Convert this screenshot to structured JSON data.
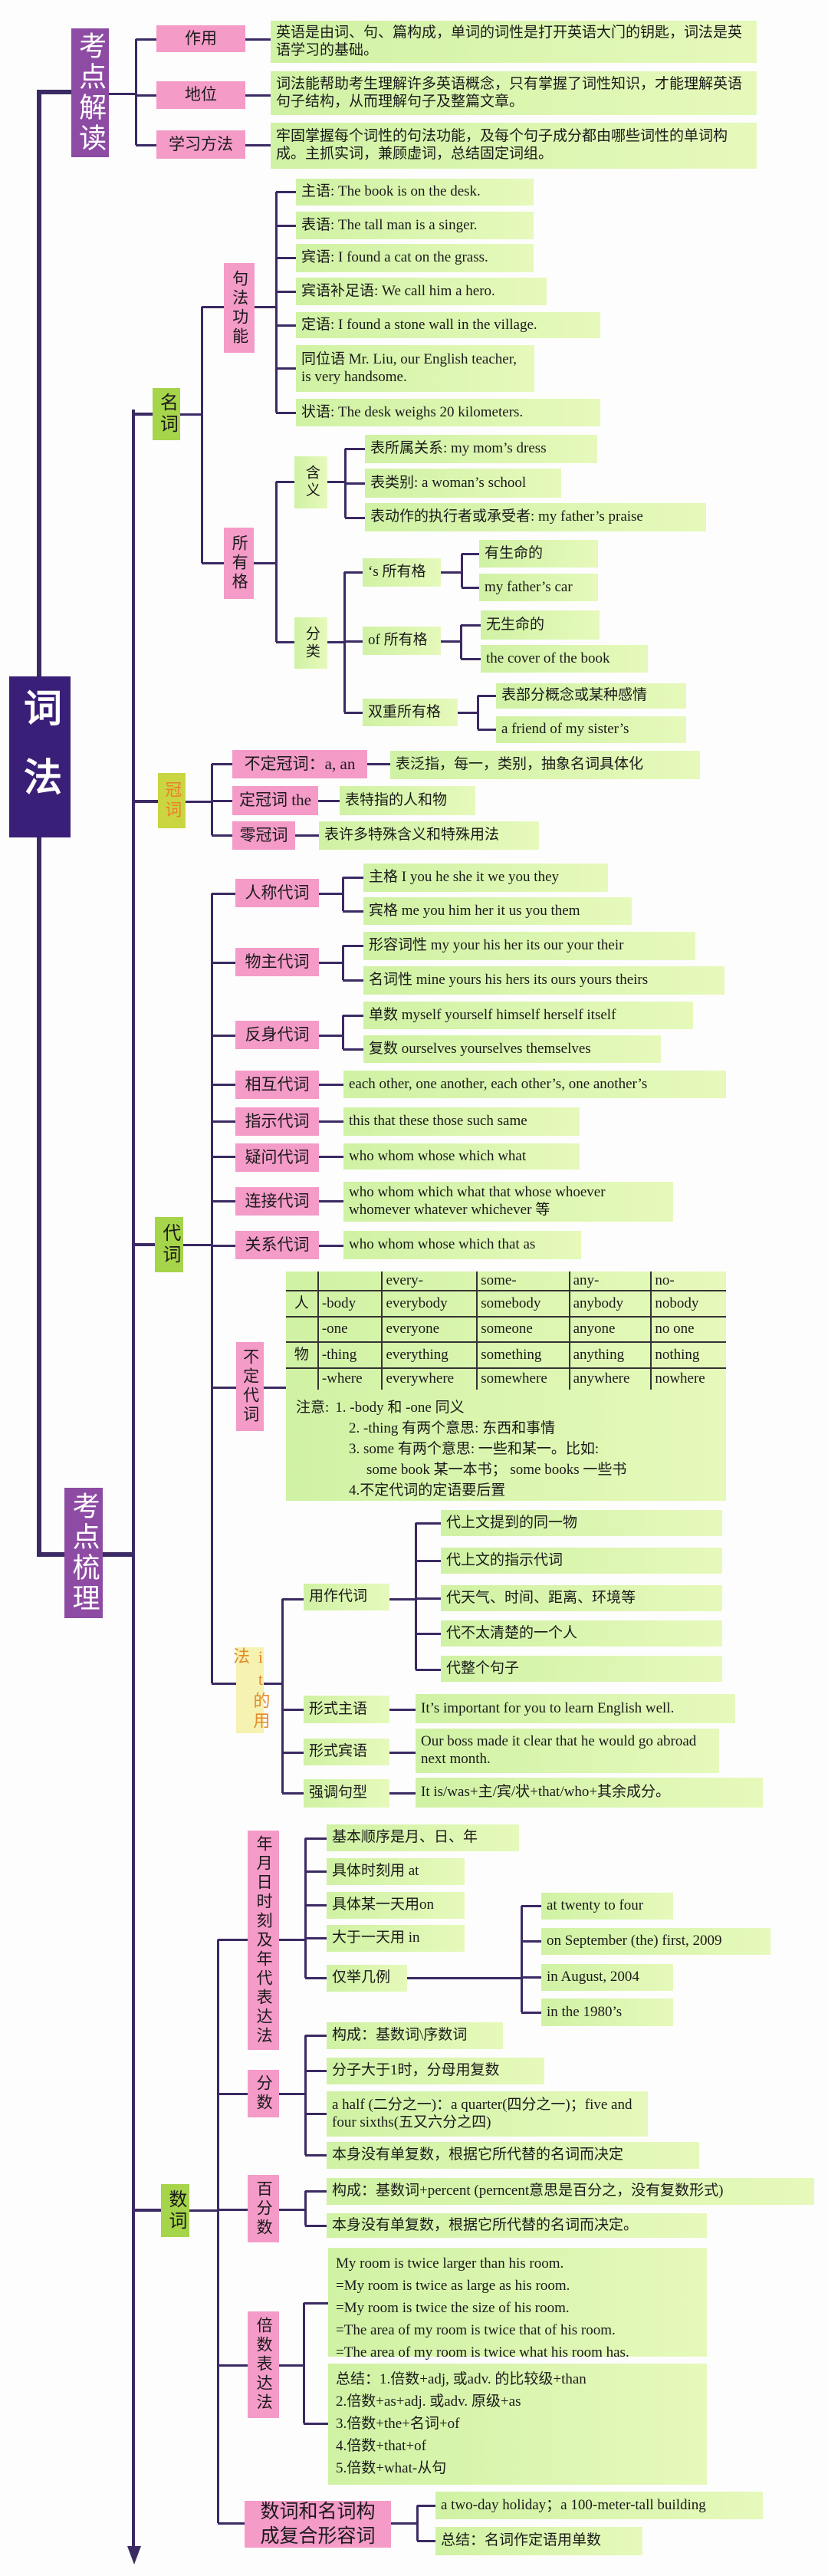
{
  "root": {
    "title": "词法",
    "section_interpretation": "考点解读",
    "section_review": "考点梳理"
  },
  "colors": {
    "root": "#3a1f78",
    "section": "#8d4ba3",
    "label_pink": "#f49bc8",
    "content_green": "#d6f5a8",
    "category_green": "#a6d44a",
    "line": "#3b2a63"
  },
  "interpretation": [
    {
      "label": "作用",
      "text": "英语是由词、句、篇构成，单词的词性是打开英语大门的钥匙，词法是英语学习的基础。"
    },
    {
      "label": "地位",
      "text": "词法能帮助考生理解许多英语概念，只有掌握了词性知识，才能理解英语句子结构，从而理解句子及整篇文章。"
    },
    {
      "label": "学习方法",
      "text": "牢固掌握每个词性的句法功能，及每个句子成分都由哪些词性的单词构成。主抓实词，兼顾虚词，总结固定词组。"
    }
  ],
  "noun": {
    "label": "名词",
    "syntax": {
      "label": "句法功能",
      "items": [
        "主语: The book is on the desk.",
        "表语: The tall man is a singer.",
        "宾语: I found a cat on the grass.",
        "宾语补足语: We call him a hero.",
        "定语: I found a stone wall in the village.",
        "同位语 Mr. Liu, our English teacher, is very handsome.",
        "状语: The desk weighs 20 kilometers."
      ]
    },
    "possessive": {
      "label": "所有格",
      "meaning": {
        "label": "含义",
        "items": [
          "表所属关系: my mom’s dress",
          "表类别: a woman’s school",
          "表动作的执行者或承受者: my father’s praise"
        ]
      },
      "types": {
        "label": "分类",
        "items": [
          {
            "label": "‘s 所有格",
            "items": [
              "有生命的",
              "my father’s car"
            ]
          },
          {
            "label": "of 所有格",
            "items": [
              "无生命的",
              "the cover of the book"
            ]
          },
          {
            "label": "双重所有格",
            "items": [
              "表部分概念或某种感情",
              "a friend of my sister’s"
            ]
          }
        ]
      }
    }
  },
  "article": {
    "label": "冠词",
    "items": [
      {
        "label": "不定冠词：a, an",
        "text": "表泛指，每一，类别，抽象名词具体化"
      },
      {
        "label": "定冠词 the",
        "text": "表特指的人和物"
      },
      {
        "label": "零冠词",
        "text": "表许多特殊含义和特殊用法"
      }
    ]
  },
  "pronoun": {
    "label": "代词",
    "items": [
      {
        "label": "人称代词",
        "items": [
          "主格 I you he she it we you they",
          "宾格 me you him her it us you them"
        ]
      },
      {
        "label": "物主代词",
        "items": [
          "形容词性 my your his her its our your their",
          "名词性 mine yours his hers its ours yours theirs"
        ]
      },
      {
        "label": "反身代词",
        "items": [
          "单数 myself  yourself  himself herself  itself",
          "复数 ourselves yourselves themselves"
        ]
      },
      {
        "label": "相互代词",
        "text": "each other, one another,  each other’s,  one another’s"
      },
      {
        "label": "指示代词",
        "text": "this that these those such same"
      },
      {
        "label": "疑问代词",
        "text": "who whom whose which what"
      },
      {
        "label": "连接代词",
        "text": "who whom which what that whose whoever whomever whatever whichever 等"
      },
      {
        "label": "关系代词",
        "text": "who whom whose which that as"
      }
    ],
    "indefinite": {
      "label": "不定代词",
      "table": {
        "header": [
          "",
          "",
          "every-",
          "some-",
          "any-",
          "no-"
        ],
        "rows": [
          [
            "人",
            "-body",
            "everybody",
            "somebody",
            "anybody",
            "nobody"
          ],
          [
            "",
            "-one",
            "everyone",
            "someone",
            "anyone",
            "no one"
          ],
          [
            "物",
            "-thing",
            "everything",
            "something",
            "anything",
            "nothing"
          ],
          [
            "",
            "-where",
            "everywhere",
            "somewhere",
            "anywhere",
            "nowhere"
          ]
        ]
      },
      "note_label": "注意:",
      "notes": [
        "1. -body 和 -one 同义",
        "2. -thing 有两个意思: 东西和事情",
        "3. some 有两个意思: 一些和某一。比如:",
        "some book 某一本书；  some books 一些书",
        "4.不定代词的定语要后置"
      ]
    },
    "it_usage": {
      "label": "it的用法",
      "as_pronoun": {
        "label": "用作代词",
        "items": [
          "代上文提到的同一物",
          "代上文的指示代词",
          "代天气、时间、距离、环境等",
          "代不太清楚的一个人",
          "代整个句子"
        ]
      },
      "items": [
        {
          "label": "形式主语",
          "text": "It’s important for you to learn English well."
        },
        {
          "label": "形式宾语",
          "text": "Our boss made it clear that he would go abroad next month."
        },
        {
          "label": "强调句型",
          "text": "It is/was+主/宾/状+that/who+其余成分。"
        }
      ]
    }
  },
  "numeral": {
    "label": "数词",
    "dates": {
      "label": "年月日时刻及年代表达法",
      "items": [
        "基本顺序是月、日、年",
        "具体时刻用 at",
        "具体某一天用on",
        "大于一天用 in",
        "仅举几例"
      ],
      "examples": [
        "at twenty to four",
        "on September (the) first, 2009",
        "in August, 2004",
        "in the 1980’s"
      ]
    },
    "fractions": {
      "label": "分数",
      "items": [
        "构成：基数词\\序数词",
        "分子大于1时，分母用复数",
        "a half (二分之一)：a quarter(四分之一)；five and four sixths(五又六分之四)",
        "本身没有单复数，根据它所代替的名词而决定"
      ]
    },
    "percent": {
      "label": "百分数",
      "items": [
        "构成：基数词+percent (perncent意思是百分之，没有复数形式)",
        "本身没有单复数，根据它所代替的名词而决定。"
      ]
    },
    "multiples": {
      "label": "倍数表达法",
      "examples": [
        "My room is twice larger than his room.",
        "=My room is twice as large as his room.",
        "=My room is twice the size of his room.",
        "=The area of my room is twice that of his room.",
        "=The area of my room is twice what his room has."
      ],
      "summary": [
        "总结：1.倍数+adj, 或adv. 的比较级+than",
        "2.倍数+as+adj. 或adv. 原级+as",
        "3.倍数+the+名词+of",
        "4.倍数+that+of",
        "5.倍数+what-从句"
      ]
    },
    "compound": {
      "label": "数词和名词构成复合形容词",
      "items": [
        "a two-day holiday；a 100-meter-tall building",
        "总结：名词作定语用单数"
      ]
    }
  }
}
